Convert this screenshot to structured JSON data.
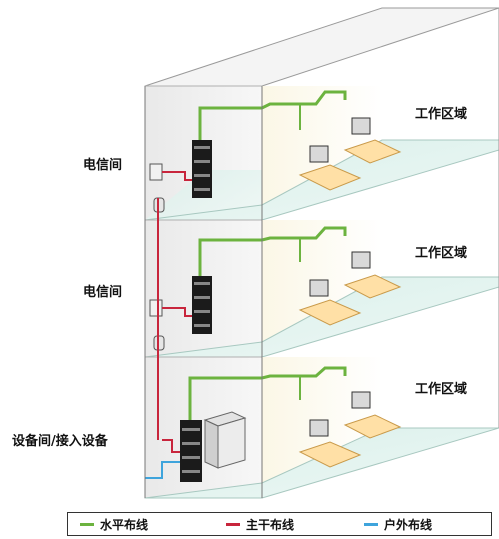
{
  "floors": [
    {
      "left_label": "电信间",
      "right_label": "工作区域"
    },
    {
      "left_label": "电信间",
      "right_label": "工作区域"
    },
    {
      "left_label": "设备间/接入设备",
      "right_label": "工作区域"
    }
  ],
  "legend": [
    {
      "label": "水平布线",
      "color": "#6cb33f"
    },
    {
      "label": "主干布线",
      "color": "#c8253c"
    },
    {
      "label": "户外布线",
      "color": "#3ea4dc"
    }
  ]
}
